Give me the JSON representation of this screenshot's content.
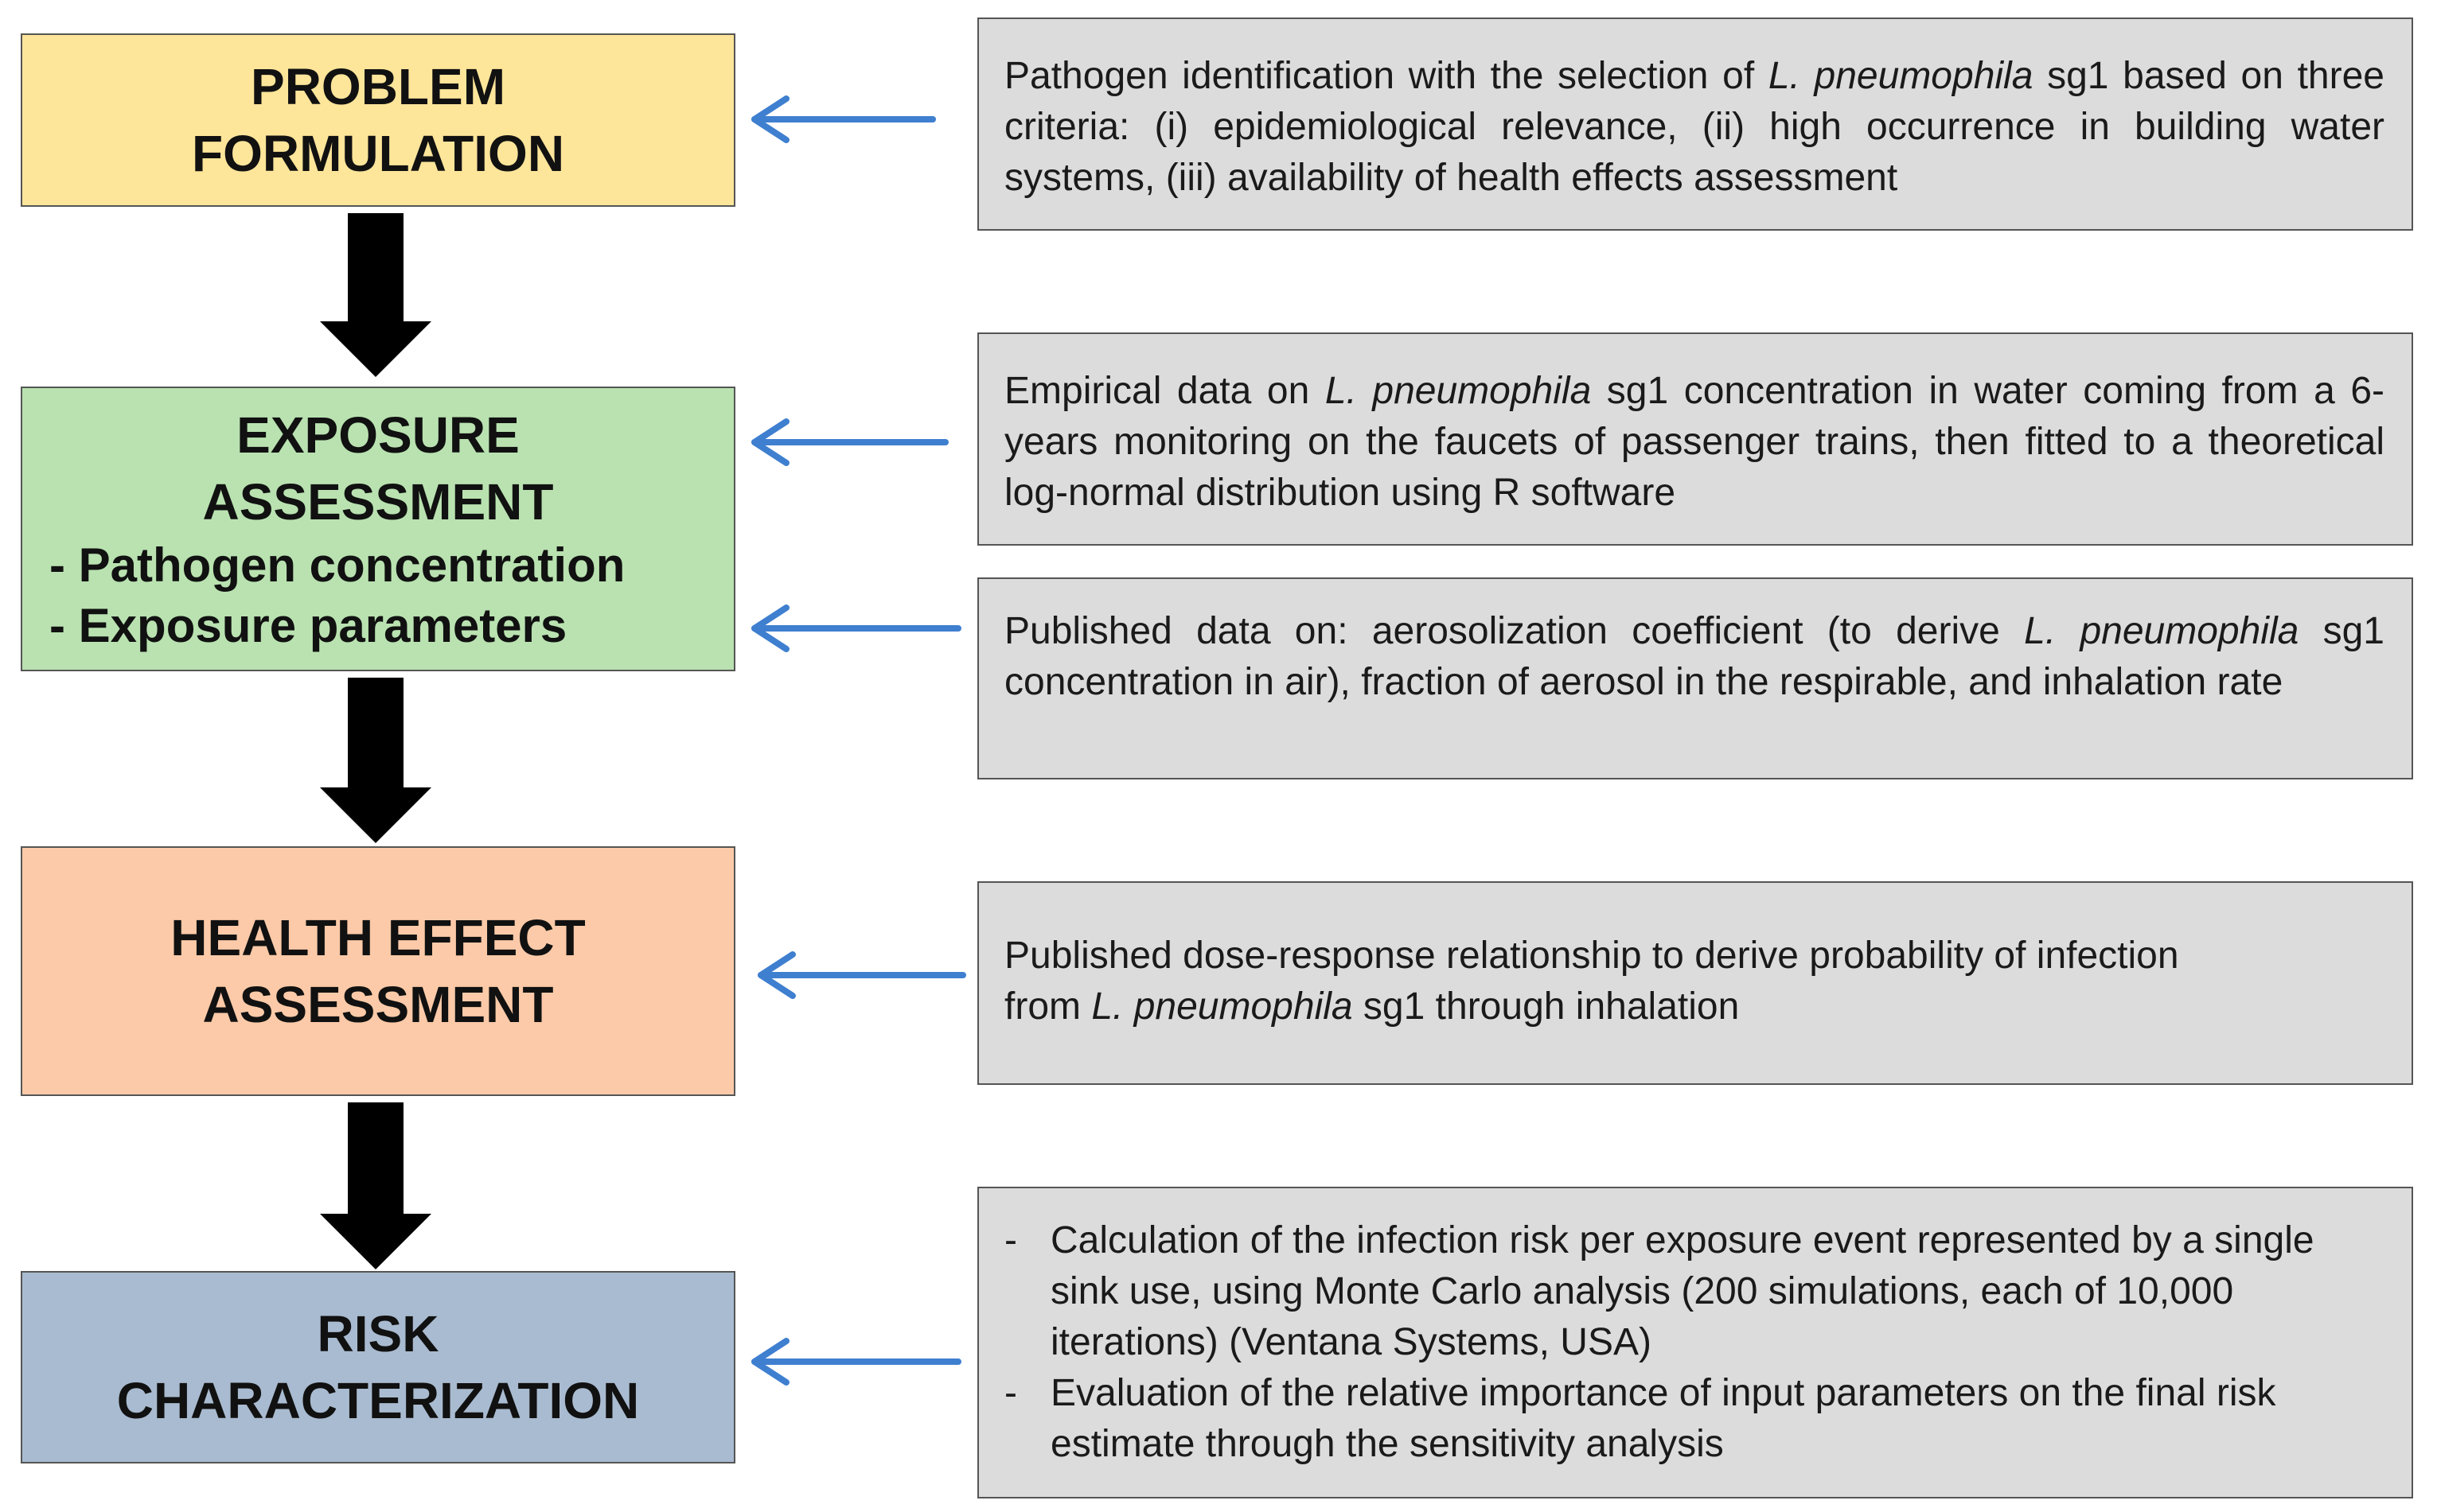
{
  "steps": [
    {
      "id": "problem",
      "title_line1": "PROBLEM",
      "title_line2": "FORMULATION",
      "color": "#fde59a"
    },
    {
      "id": "exposure",
      "title_line1": "EXPOSURE",
      "title_line2": "ASSESSMENT",
      "bullet1": "- Pathogen concentration",
      "bullet2": "- Exposure parameters",
      "color": "#b9e2b0"
    },
    {
      "id": "health",
      "title_line1": "HEALTH EFFECT",
      "title_line2": "ASSESSMENT",
      "color": "#fccaa8"
    },
    {
      "id": "risk",
      "title_line1": "RISK",
      "title_line2": "CHARACTERIZATION",
      "color": "#a9bbd0"
    }
  ],
  "notes": {
    "problem": {
      "before": "Pathogen identification with the selection of ",
      "species": "L. pneumophila",
      "after": " sg1 based on three criteria: (i) epidemiological relevance, (ii) high occurrence in building water systems, (iii) availability of health effects assessment"
    },
    "empirical": {
      "before": "Empirical data on ",
      "species": "L. pneumophila",
      "after": " sg1 concentration in water coming from a 6-years monitoring on the faucets of passenger trains, then fitted to a theoretical log-normal distribution using R software"
    },
    "published": {
      "before": "Published data on: aerosolization coefficient (to derive ",
      "species": "L. pneumophila",
      "after": " sg1 concentration in air), fraction of aerosol in the respirable, and inhalation rate"
    },
    "dose": {
      "line1": "Published dose-response relationship to derive probability of infection",
      "before": "from ",
      "species": "L. pneumophila",
      "after": " sg1 through inhalation"
    },
    "risk": {
      "item1": "Calculation of the infection risk per exposure event represented by a single sink use, using Monte Carlo analysis (200 simulations, each of 10,000 iterations) (Ventana Systems, USA)",
      "item2": "Evaluation of the relative importance of input parameters on the final risk estimate through the sensitivity analysis"
    }
  },
  "colors": {
    "arrow_blue": "#3f7fd0",
    "arrow_black": "#000000",
    "note_bg": "#dcdcdc",
    "border": "#555555"
  }
}
